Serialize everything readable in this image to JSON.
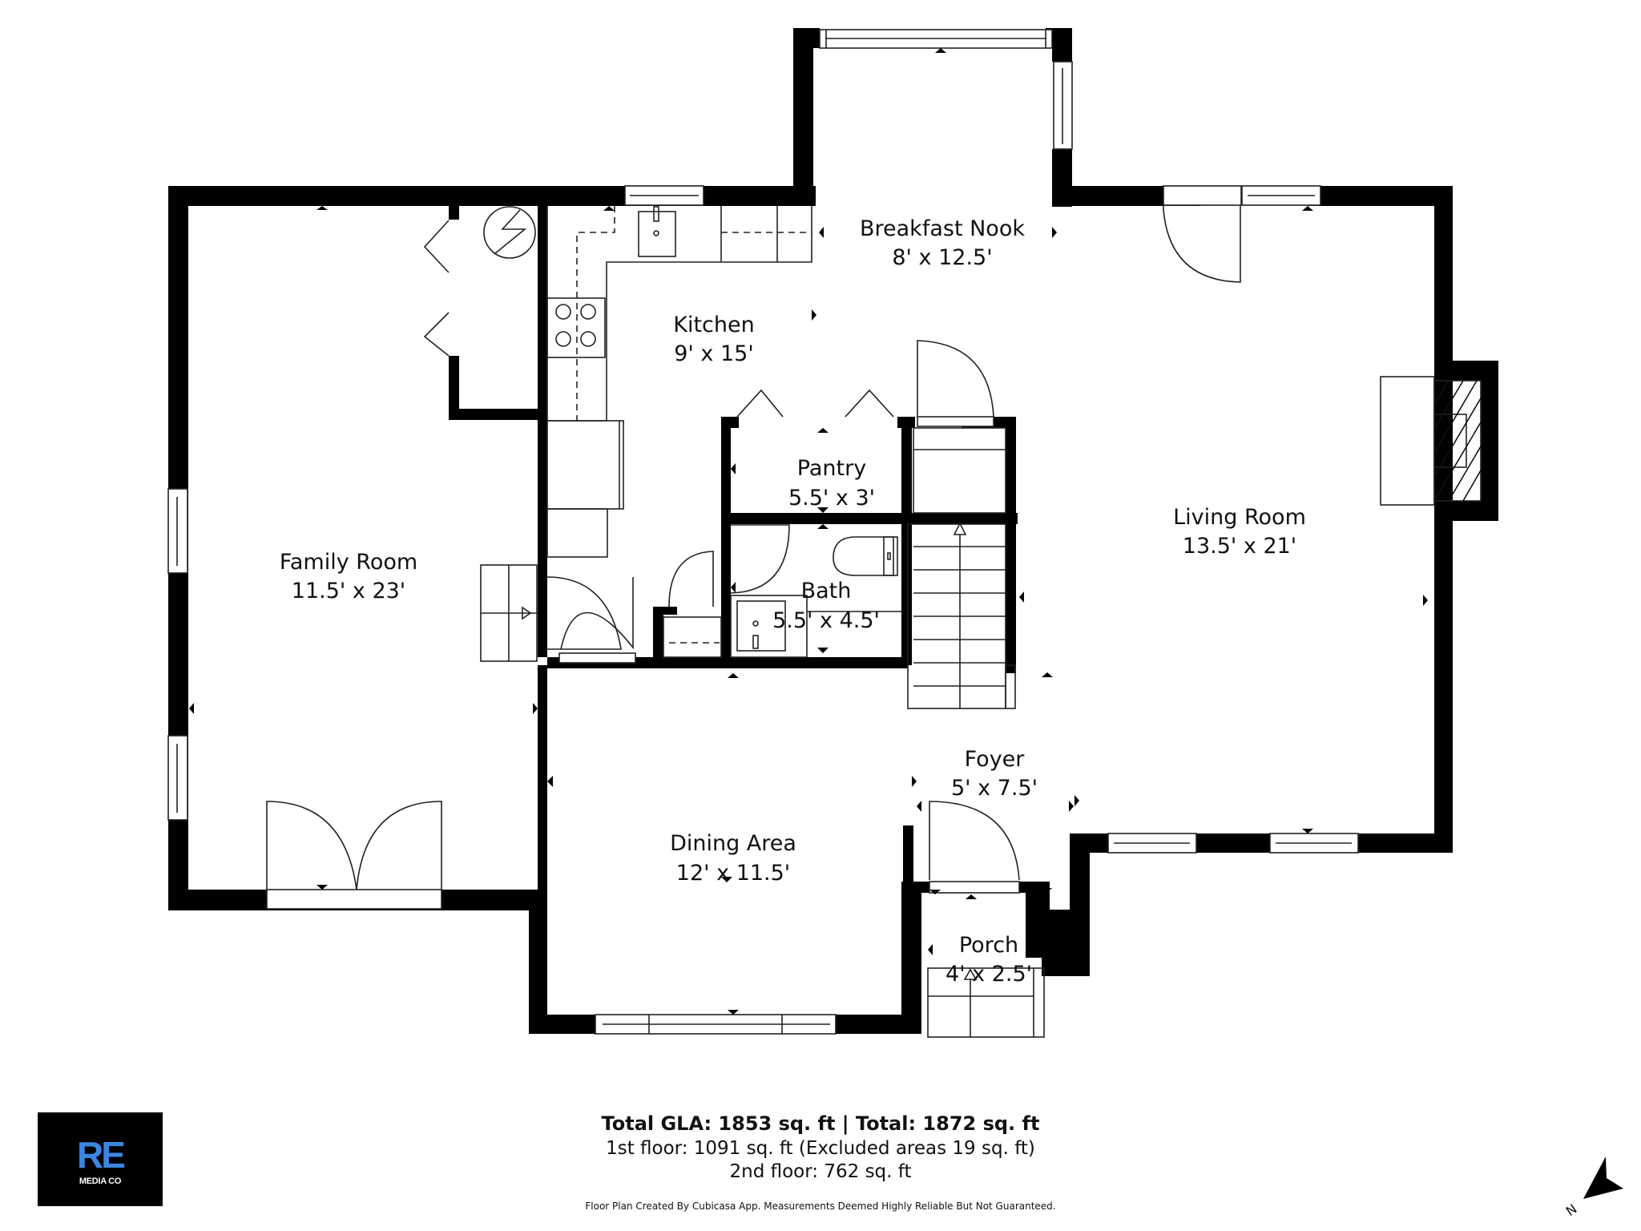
{
  "plan": {
    "colors": {
      "wall": "#000000",
      "background": "#ffffff",
      "line": "#222222",
      "logo_blue": "#3d86e0"
    },
    "rooms": [
      {
        "id": "family-room",
        "name": "Family Room",
        "dimensions": "11.5' x 23'"
      },
      {
        "id": "kitchen",
        "name": "Kitchen",
        "dimensions": "9' x 15'"
      },
      {
        "id": "breakfast-nook",
        "name": "Breakfast Nook",
        "dimensions": "8' x 12.5'"
      },
      {
        "id": "pantry",
        "name": "Pantry",
        "dimensions": "5.5' x 3'"
      },
      {
        "id": "bath",
        "name": "Bath",
        "dimensions": "5.5' x 4.5'"
      },
      {
        "id": "living-room",
        "name": "Living Room",
        "dimensions": "13.5' x 21'"
      },
      {
        "id": "dining-area",
        "name": "Dining Area",
        "dimensions": "12' x 11.5'"
      },
      {
        "id": "foyer",
        "name": "Foyer",
        "dimensions": "5' x 7.5'"
      },
      {
        "id": "porch",
        "name": "Porch",
        "dimensions": "4' x 2.5'"
      }
    ],
    "fixtures": [
      "water-heater",
      "kitchen-sink",
      "stove",
      "toilet",
      "bath-sink",
      "fireplace",
      "stairs-up",
      "porch-steps"
    ]
  },
  "summary": {
    "total": "Total GLA: 1853 sq. ft | Total: 1872 sq. ft",
    "first_floor": "1st floor: 1091 sq. ft (Excluded areas 19 sq. ft)",
    "second_floor": "2nd floor: 762 sq. ft",
    "disclaimer": "Floor Plan Created By Cubicasa App. Measurements Deemed Highly Reliable But Not Guaranteed."
  },
  "logo": {
    "mark": "RE",
    "text": "MEDIA CO"
  },
  "compass": {
    "label": "N"
  }
}
